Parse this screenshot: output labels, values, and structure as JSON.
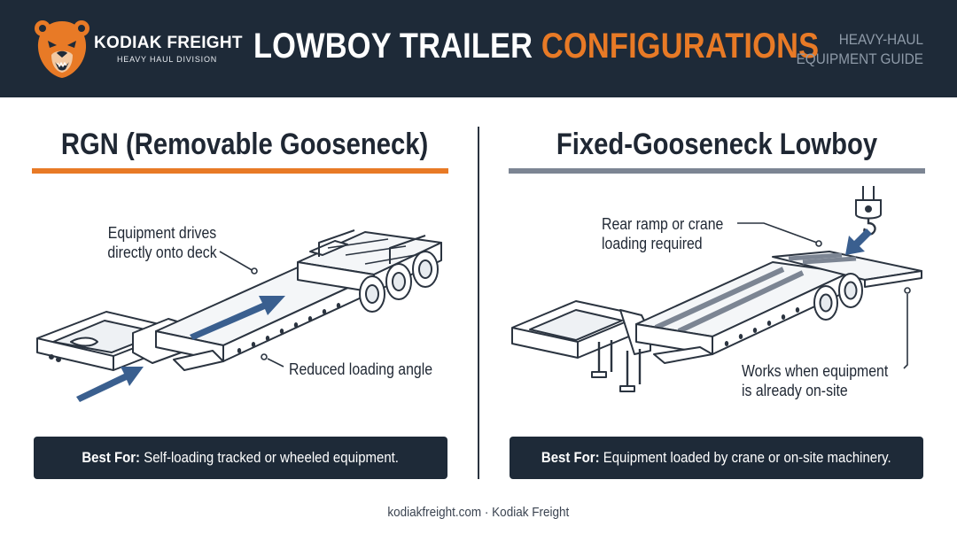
{
  "header": {
    "brand_name": "KODIAK FREIGHT",
    "brand_sub": "HEAVY HAUL DIVISION",
    "title_main": "LOWBOY TRAILER",
    "title_accent": "CONFIGURATIONS",
    "guide_line1": "HEAVY-HAUL",
    "guide_line2": "EQUIPMENT GUIDE"
  },
  "colors": {
    "navy": "#1e2a38",
    "accent": "#e87a26",
    "gray_rule": "#7c8593",
    "arrow_blue": "#3a5f8f",
    "line": "#2b3440"
  },
  "icons": [
    "bear-logo-icon",
    "crane-hook-icon",
    "down-arrow-icon",
    "loading-arrow-icon"
  ],
  "left": {
    "title": "RGN (Removable Gooseneck)",
    "callout_drive_1": "Equipment drives",
    "callout_drive_2": "directly onto deck",
    "callout_angle": "Reduced loading angle",
    "best_label": "Best For:",
    "best_text": "Self-loading tracked or wheeled equipment."
  },
  "right": {
    "title": "Fixed-Gooseneck Lowboy",
    "callout_ramp_1": "Rear ramp or crane",
    "callout_ramp_2": "loading required",
    "callout_site_1": "Works when equipment",
    "callout_site_2": "is already on-site",
    "best_label": "Best For:",
    "best_text": "Equipment loaded by crane or on-site machinery."
  },
  "footer": {
    "text": "kodiakfreight.com · Kodiak Freight"
  }
}
